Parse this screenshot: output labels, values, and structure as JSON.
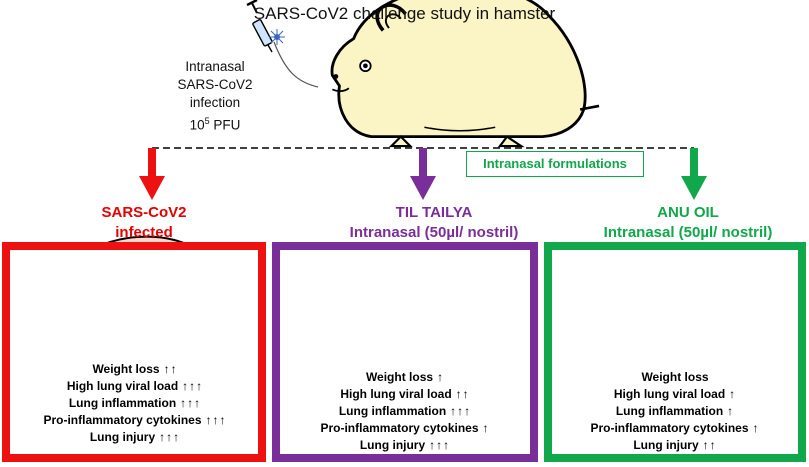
{
  "title": "SARS-CoV2 challenge study in hamster",
  "infection": {
    "lines": [
      "Intranasal",
      "SARS-CoV2",
      "infection"
    ],
    "dose_base": "10",
    "dose_exp": "5",
    "dose_unit": " PFU"
  },
  "formulations_label": "Intranasal formulations",
  "colors": {
    "red": "#ee1111",
    "purple": "#7a2e9a",
    "green": "#10a84a",
    "hamster": "#fbf4c4",
    "hamster_infected": "#fbd9cf"
  },
  "groups": [
    {
      "line1": "SARS-CoV2",
      "line2": "infected",
      "outcomes": [
        {
          "label": "Weight loss",
          "arrows": 2
        },
        {
          "label": "High lung viral load",
          "arrows": 3
        },
        {
          "label": "Lung inflammation",
          "arrows": 3
        },
        {
          "label": "Pro-inflammatory cytokines",
          "arrows": 3
        },
        {
          "label": "Lung injury",
          "arrows": 3
        }
      ]
    },
    {
      "line1": "TIL TAILYA",
      "line2": "Intranasal (50µl/ nostril)",
      "outcomes": [
        {
          "label": "Weight loss",
          "arrows": 1
        },
        {
          "label": "High lung viral load",
          "arrows": 2
        },
        {
          "label": "Lung inflammation",
          "arrows": 3
        },
        {
          "label": "Pro-inflammatory cytokines",
          "arrows": 1
        },
        {
          "label": "Lung injury",
          "arrows": 3
        }
      ]
    },
    {
      "line1": "ANU OIL",
      "line2": "Intranasal (50µl/ nostril)",
      "outcomes": [
        {
          "label": "Weight loss",
          "arrows": 0
        },
        {
          "label": "High lung viral load",
          "arrows": 1
        },
        {
          "label": "Lung inflammation",
          "arrows": 1
        },
        {
          "label": "Pro-inflammatory cytokines",
          "arrows": 1
        },
        {
          "label": "Lung injury",
          "arrows": 2
        }
      ]
    }
  ]
}
